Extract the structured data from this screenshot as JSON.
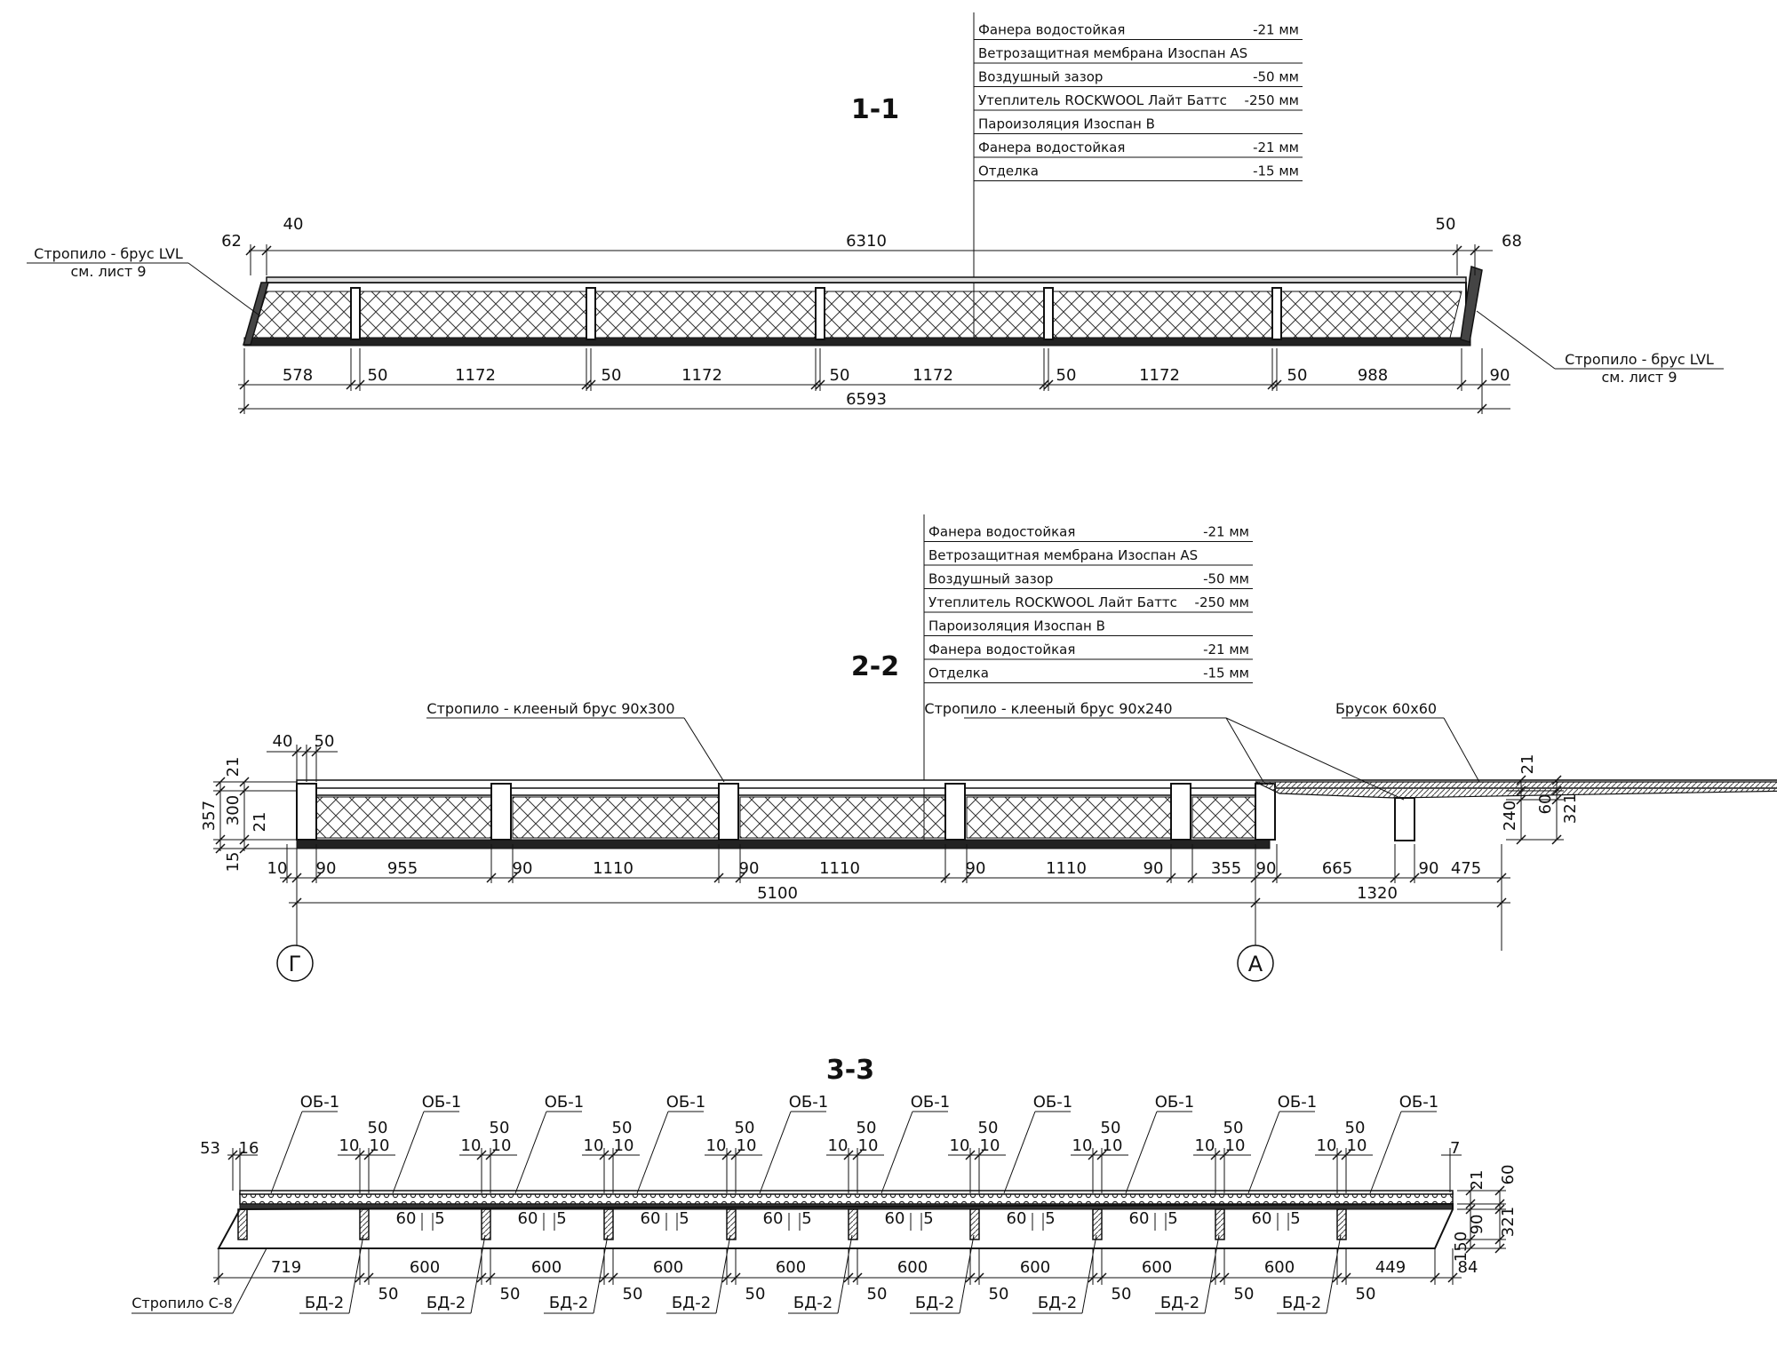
{
  "layers": [
    {
      "name": "Фанера водостойкая",
      "thickness": "-21 мм"
    },
    {
      "name": "Ветрозащитная мембрана Изоспан AS",
      "thickness": ""
    },
    {
      "name": "Воздушный зазор",
      "thickness": "-50 мм"
    },
    {
      "name": "Утеплитель ROCKWOOL Лайт Баттс",
      "thickness": "-250 мм"
    },
    {
      "name": "Пароизоляция Изоспан В",
      "thickness": ""
    },
    {
      "name": "Фанера водостойкая",
      "thickness": "-21 мм"
    },
    {
      "name": "Отделка",
      "thickness": "-15 мм"
    }
  ],
  "section1": {
    "title": "1-1",
    "label_left": [
      "Стропило - брус LVL",
      "см. лист 9"
    ],
    "label_right": [
      "Стропило - брус LVL",
      "см. лист 9"
    ],
    "dims_top": {
      "left_outer": "62",
      "left_inner": "40",
      "span": "6310",
      "right_inner": "50",
      "right_outer": "68"
    },
    "dims_bottom": [
      "578",
      "50",
      "1172",
      "50",
      "1172",
      "50",
      "1172",
      "50",
      "1172",
      "50",
      "988",
      "90"
    ],
    "dim_total": "6593"
  },
  "section2": {
    "title": "2-2",
    "label_rafter_a": "Стропило - клееный брус 90х300",
    "label_rafter_b": "Стропило - клееный брус 90х240",
    "label_bar": "Брусок 60х60",
    "dims_top": [
      "40",
      "50"
    ],
    "dims_left": {
      "top": "21",
      "total": "357",
      "rafter": "300",
      "bottom_ply": "21",
      "finish": "15"
    },
    "dims_right": {
      "top": "21",
      "rafter": "240",
      "bar": "60",
      "total": "321"
    },
    "dims_bottom": [
      "10",
      "90",
      "955",
      "90",
      "1110",
      "90",
      "1110",
      "90",
      "1110",
      "90",
      "355",
      "90",
      "665",
      "90",
      "475"
    ],
    "dim_total_left": "5100",
    "dim_total_right": "1320",
    "axes": [
      "Г",
      "А"
    ]
  },
  "section3": {
    "title": "3-3",
    "ob_label": "ОБ-1",
    "bd_label": "БД-2",
    "rafter_label": "Стропило С-8",
    "top_left": [
      "53",
      "16"
    ],
    "top_right": "7",
    "block_dims": {
      "fifty": "50",
      "ten": "10",
      "sixty": "60",
      "five": "5"
    },
    "dims_bottom": [
      "719",
      "600",
      "600",
      "600",
      "600",
      "600",
      "600",
      "600",
      "600",
      "449",
      "84"
    ],
    "bottom_fifty": "50",
    "dims_right": {
      "top": "21",
      "bar": "60",
      "mid": "90",
      "low": "150",
      "total": "321"
    }
  }
}
